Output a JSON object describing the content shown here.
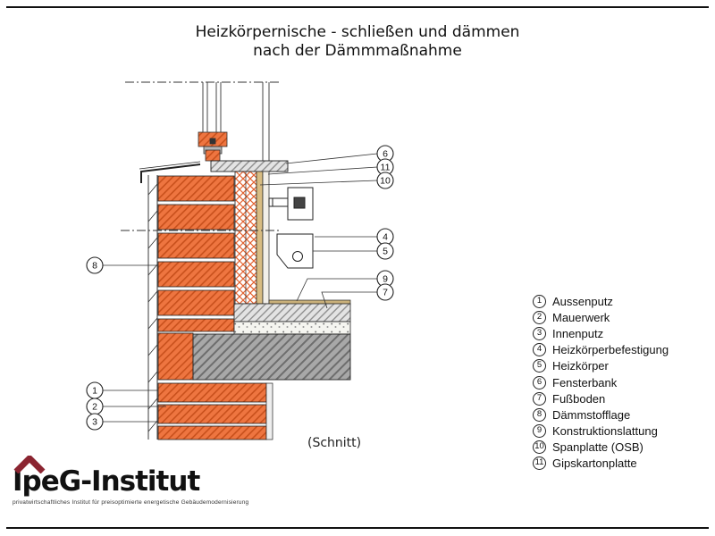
{
  "page": {
    "title_line1": "Heizkörpernische - schließen und dämmen",
    "title_line2": "nach der Dämmmaßnahme"
  },
  "drawing": {
    "caption": "(Schnitt)",
    "callouts_right": [
      "6",
      "11",
      "10",
      "4",
      "5",
      "9",
      "7"
    ],
    "callouts_left": [
      "8",
      "1",
      "2",
      "3"
    ]
  },
  "legend": {
    "items": [
      {
        "num": "1",
        "label": "Aussenputz"
      },
      {
        "num": "2",
        "label": "Mauerwerk"
      },
      {
        "num": "3",
        "label": "Innenputz"
      },
      {
        "num": "4",
        "label": "Heizkörperbefestigung"
      },
      {
        "num": "5",
        "label": "Heizkörper"
      },
      {
        "num": "6",
        "label": "Fensterbank"
      },
      {
        "num": "7",
        "label": "Fußboden"
      },
      {
        "num": "8",
        "label": "Dämmstofflage"
      },
      {
        "num": "9",
        "label": "Konstruktionslattung"
      },
      {
        "num": "10",
        "label": "Spanplatte (OSB)"
      },
      {
        "num": "11",
        "label": "Gipskartonplatte"
      }
    ]
  },
  "logo": {
    "name": "IpeG-Institut",
    "tagline": "privatwirtschaftliches Institut für preisoptimierte energetische Gebäudemodernisierung"
  },
  "colors": {
    "brick_orange": "#ee7540",
    "brick_hatch": "#c8501c",
    "insulation_hatch": "#e2612f",
    "screed_gray": "#e3e3e3",
    "slab_gray": "#a8a8a8",
    "osb_tan": "#d8bc82",
    "logo_red": "#8b2531",
    "line_black": "#111111"
  }
}
